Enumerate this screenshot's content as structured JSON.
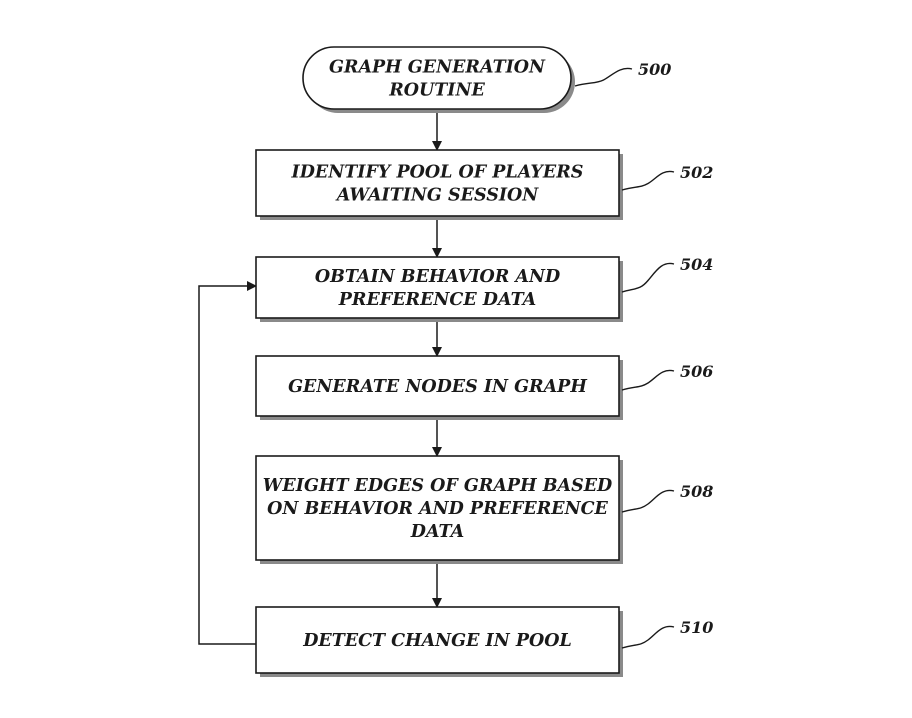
{
  "diagram": {
    "start": {
      "id": "start",
      "lines": [
        "GRAPH GENERATION",
        "ROUTINE"
      ],
      "ref": "500"
    },
    "steps": [
      {
        "id": "identify-pool",
        "lines": [
          "IDENTIFY POOL OF PLAYERS",
          "AWAITING SESSION"
        ],
        "ref": "502"
      },
      {
        "id": "obtain-data",
        "lines": [
          "OBTAIN BEHAVIOR AND",
          "PREFERENCE DATA"
        ],
        "ref": "504"
      },
      {
        "id": "generate-nodes",
        "lines": [
          "GENERATE NODES IN GRAPH"
        ],
        "ref": "506"
      },
      {
        "id": "weight-edges",
        "lines": [
          "WEIGHT EDGES OF GRAPH BASED",
          "ON BEHAVIOR AND PREFERENCE",
          "DATA"
        ],
        "ref": "508"
      },
      {
        "id": "detect-change",
        "lines": [
          "DETECT CHANGE IN POOL"
        ],
        "ref": "510"
      }
    ],
    "edges": [
      {
        "from": "start",
        "to": "identify-pool"
      },
      {
        "from": "identify-pool",
        "to": "obtain-data"
      },
      {
        "from": "obtain-data",
        "to": "generate-nodes"
      },
      {
        "from": "generate-nodes",
        "to": "weight-edges"
      },
      {
        "from": "weight-edges",
        "to": "detect-change"
      },
      {
        "from": "detect-change",
        "to": "obtain-data",
        "type": "loop-back"
      }
    ],
    "colors": {
      "ink": "#1a1a1a",
      "shadow": "#8a8a8a",
      "background": "#ffffff"
    }
  }
}
